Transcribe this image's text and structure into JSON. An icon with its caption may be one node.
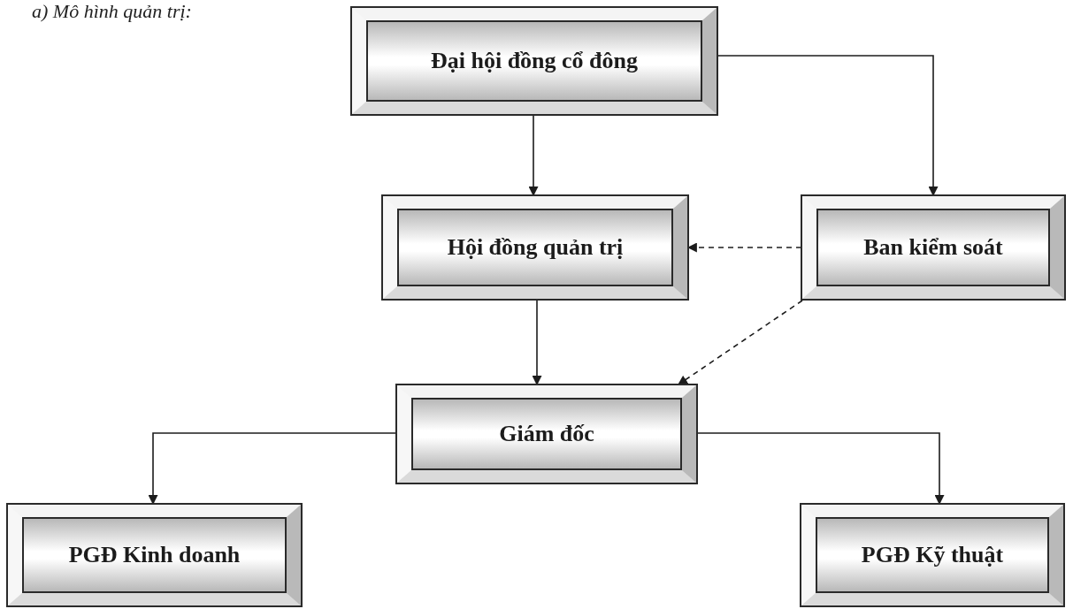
{
  "diagram": {
    "title": "a) Mô hình quản trị:",
    "nodes": [
      {
        "text": [
          "Đại hội đồng cổ đông"
        ]
      },
      {
        "text": [
          "Hội đồng quản trị"
        ]
      },
      {
        "text": [
          "Ban kiểm soát"
        ]
      },
      {
        "text": [
          "Giám đốc"
        ]
      },
      {
        "text": [
          "PGĐ Kinh doanh"
        ]
      },
      {
        "text": [
          "PGĐ Kỹ thuật"
        ]
      }
    ],
    "edges": [
      {
        "from": 0,
        "to": 1,
        "arrow": "to"
      },
      {
        "from": 0,
        "to": 2,
        "arrow": "to"
      },
      {
        "from": 2,
        "to": 1,
        "arrow": "to",
        "style": "dashed"
      },
      {
        "from": 1,
        "to": 3,
        "arrow": "to"
      },
      {
        "from": 2,
        "to": 3,
        "arrow": "to",
        "style": "dashed"
      },
      {
        "from": 3,
        "to": 4,
        "arrow": "to"
      },
      {
        "from": 3,
        "to": 5,
        "arrow": "to"
      }
    ]
  }
}
